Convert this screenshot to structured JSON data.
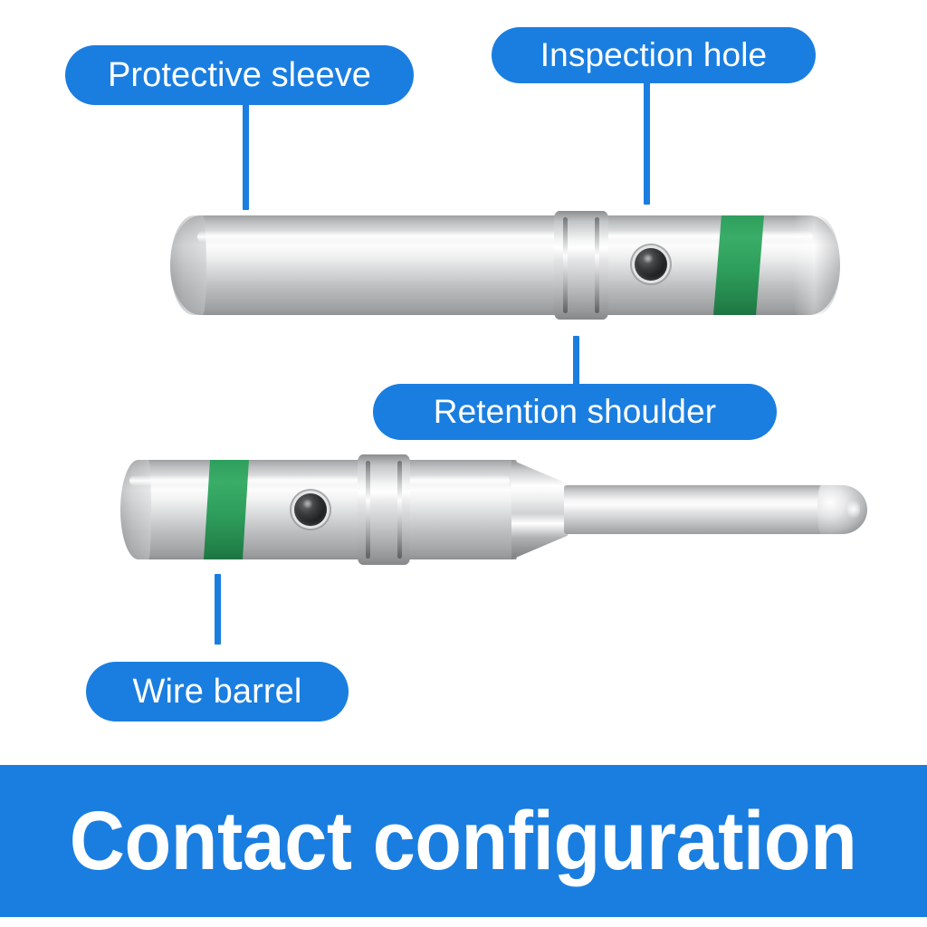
{
  "page": {
    "background_color": "#ffffff",
    "accent_blue": "#1a7ee0",
    "band_green": "#2e9e5b",
    "metal_light": "#fdfdfd",
    "metal_dark": "#8e9092",
    "hole_color": "#18191a"
  },
  "callouts": [
    {
      "id": "protective-sleeve",
      "label": "Protective sleeve",
      "points_to": "socket-sleeve-body"
    },
    {
      "id": "inspection-hole",
      "label": "Inspection hole",
      "points_to": "socket-inspection-hole"
    },
    {
      "id": "retention-shoulder",
      "label": "Retention shoulder",
      "points_to": "socket-retention-collar"
    },
    {
      "id": "wire-barrel",
      "label": "Wire barrel",
      "points_to": "pin-wire-barrel"
    }
  ],
  "parts": {
    "socket": {
      "name": "socket-contact",
      "features": [
        "protective sleeve",
        "retention shoulder",
        "inspection hole",
        "green identification band"
      ]
    },
    "pin": {
      "name": "pin-contact",
      "features": [
        "wire barrel",
        "green identification band",
        "inspection hole",
        "retention shoulder",
        "pin shaft",
        "rounded pin tip"
      ]
    }
  },
  "banner": {
    "title": "Contact configuration",
    "background_color": "#1a7ee0",
    "text_color": "#ffffff"
  }
}
